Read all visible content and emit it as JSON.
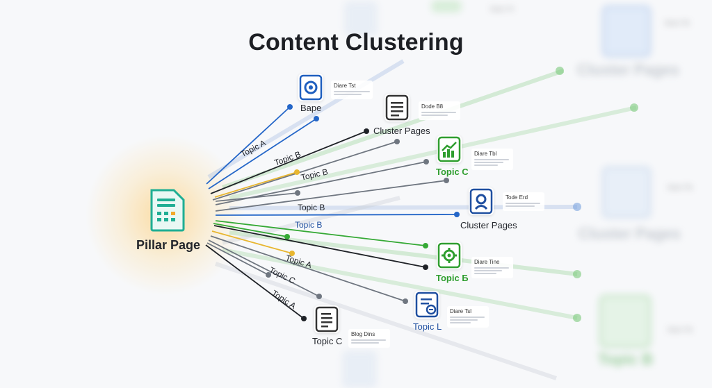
{
  "title": "Content Clustering",
  "pillar": {
    "label": "Pillar Page",
    "icon": "calculator-document-icon"
  },
  "nodes": [
    {
      "id": "n1",
      "label": "Bape",
      "note": "Diare Tst",
      "icon": "target-icon",
      "color": "#1f5fbf"
    },
    {
      "id": "n2",
      "label": "Cluster Pages",
      "note": "Dode B8",
      "icon": "document-icon",
      "color": "#222222"
    },
    {
      "id": "n3",
      "label": "Topic C",
      "note": "Diare Tbl",
      "icon": "chart-up-icon",
      "color": "#2f9e2f"
    },
    {
      "id": "n4",
      "label": "Cluster Pages",
      "note": "Tode Erd",
      "icon": "location-icon",
      "color": "#1f4fa0"
    },
    {
      "id": "n5",
      "label": "Topic Б",
      "note": "Diare Tine",
      "icon": "gear-icon",
      "color": "#2f9e2f"
    },
    {
      "id": "n6",
      "label": "Topic L",
      "note": "Diare Tsl",
      "icon": "document-link-icon",
      "color": "#1f4fa0"
    },
    {
      "id": "n7",
      "label": "Topic C",
      "note": "Blog Dins",
      "icon": "document-icon",
      "color": "#222222"
    }
  ],
  "topics": [
    {
      "text": "Topic A",
      "style": "dark"
    },
    {
      "text": "Topic B",
      "style": "dark"
    },
    {
      "text": "Topic B",
      "style": "dark"
    },
    {
      "text": "Topic B",
      "style": "dark"
    },
    {
      "text": "Topic B",
      "style": "blue"
    },
    {
      "text": "Topic A",
      "style": "dark"
    },
    {
      "text": "Topic C",
      "style": "dark"
    },
    {
      "text": "Topic A",
      "style": "dark"
    }
  ],
  "background": {
    "texts": [
      "Cluster Pages",
      "Cluster Pages",
      "Topic B",
      "Diare Tib",
      "Diare Tib",
      "Diare Tib",
      "Diare Ttl"
    ]
  },
  "colors": {
    "blue": "#2466c8",
    "dark": "#1f2227",
    "gray": "#6f7680",
    "yellow": "#e8b630",
    "green": "#35a935"
  }
}
